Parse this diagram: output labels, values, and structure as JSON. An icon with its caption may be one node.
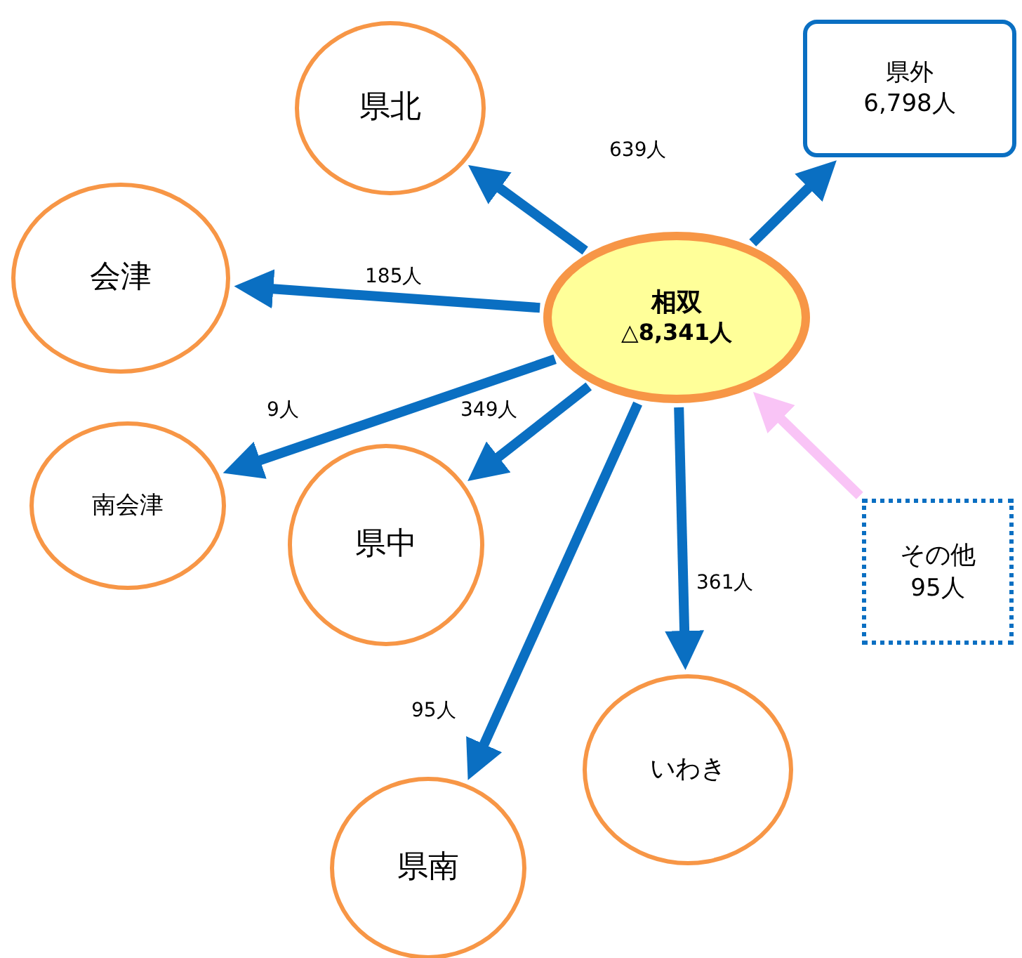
{
  "diagram": {
    "nodes": [
      {
        "text": [
          "県北"
        ]
      },
      {
        "text": [
          "県外",
          "6,798人"
        ]
      },
      {
        "text": [
          "会津"
        ]
      },
      {
        "text": [
          "相双",
          "△8,341人"
        ]
      },
      {
        "text": [
          "南会津"
        ]
      },
      {
        "text": [
          "県中"
        ]
      },
      {
        "text": [
          "その他",
          "95人"
        ]
      },
      {
        "text": [
          "いわき"
        ]
      },
      {
        "text": [
          "県南"
        ]
      }
    ],
    "edges": [
      {
        "from": 3,
        "to": 0,
        "arrow": "to",
        "label": "639人"
      },
      {
        "from": 3,
        "to": 1,
        "arrow": "to"
      },
      {
        "from": 3,
        "to": 2,
        "arrow": "to",
        "label": "185人"
      },
      {
        "from": 3,
        "to": 4,
        "arrow": "to",
        "label": "9人"
      },
      {
        "from": 3,
        "to": 5,
        "arrow": "to",
        "label": "349人"
      },
      {
        "from": 3,
        "to": 8,
        "arrow": "to",
        "label": "95人"
      },
      {
        "from": 3,
        "to": 7,
        "arrow": "to",
        "label": "361人"
      },
      {
        "from": 6,
        "to": 3,
        "arrow": "to",
        "color": "#f9c4f6"
      }
    ]
  }
}
